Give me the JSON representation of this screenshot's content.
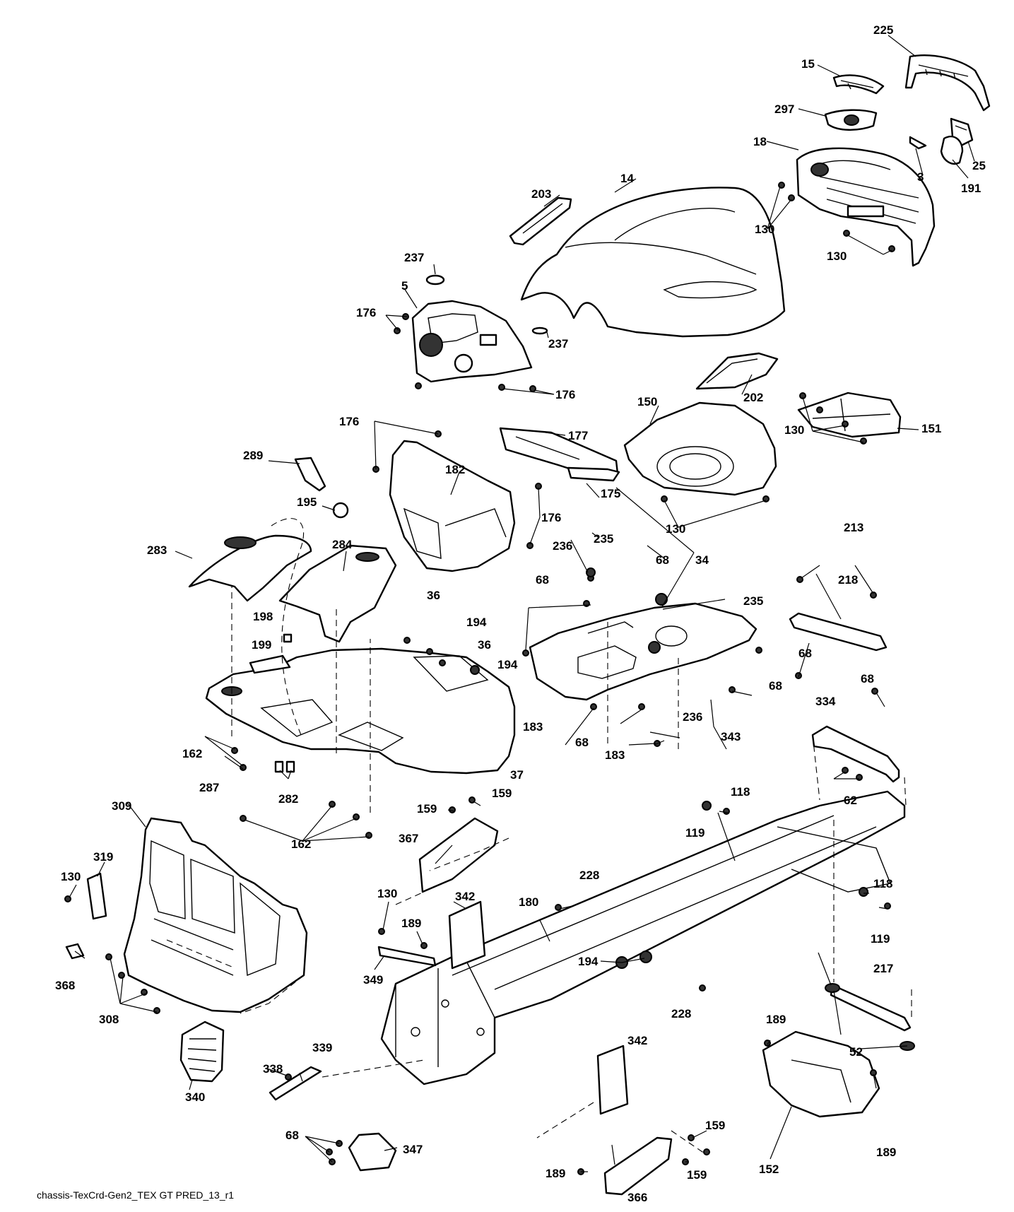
{
  "drawing_id": "chassis-TexCrd-Gen2_TEX GT PRED_13_r1",
  "callouts": [
    {
      "label": "225"
    },
    {
      "label": "15"
    },
    {
      "label": "297"
    },
    {
      "label": "18"
    },
    {
      "label": "3"
    },
    {
      "label": "25"
    },
    {
      "label": "191"
    },
    {
      "label": "14"
    },
    {
      "label": "203"
    },
    {
      "label": "130"
    },
    {
      "label": "130"
    },
    {
      "label": "237"
    },
    {
      "label": "5"
    },
    {
      "label": "176"
    },
    {
      "label": "237"
    },
    {
      "label": "176"
    },
    {
      "label": "202"
    },
    {
      "label": "130"
    },
    {
      "label": "151"
    },
    {
      "label": "150"
    },
    {
      "label": "176"
    },
    {
      "label": "177"
    },
    {
      "label": "182"
    },
    {
      "label": "289"
    },
    {
      "label": "175"
    },
    {
      "label": "195"
    },
    {
      "label": "176"
    },
    {
      "label": "130"
    },
    {
      "label": "283"
    },
    {
      "label": "284"
    },
    {
      "label": "236"
    },
    {
      "label": "235"
    },
    {
      "label": "68"
    },
    {
      "label": "34"
    },
    {
      "label": "213"
    },
    {
      "label": "68"
    },
    {
      "label": "218"
    },
    {
      "label": "235"
    },
    {
      "label": "198"
    },
    {
      "label": "36"
    },
    {
      "label": "194"
    },
    {
      "label": "36"
    },
    {
      "label": "199"
    },
    {
      "label": "194"
    },
    {
      "label": "68"
    },
    {
      "label": "68"
    },
    {
      "label": "68"
    },
    {
      "label": "183"
    },
    {
      "label": "236"
    },
    {
      "label": "343"
    },
    {
      "label": "68"
    },
    {
      "label": "183"
    },
    {
      "label": "334"
    },
    {
      "label": "162"
    },
    {
      "label": "37"
    },
    {
      "label": "287"
    },
    {
      "label": "282"
    },
    {
      "label": "159"
    },
    {
      "label": "62"
    },
    {
      "label": "118"
    },
    {
      "label": "309"
    },
    {
      "label": "159"
    },
    {
      "label": "119"
    },
    {
      "label": "162"
    },
    {
      "label": "367"
    },
    {
      "label": "319"
    },
    {
      "label": "130"
    },
    {
      "label": "228"
    },
    {
      "label": "118"
    },
    {
      "label": "130"
    },
    {
      "label": "342"
    },
    {
      "label": "180"
    },
    {
      "label": "119"
    },
    {
      "label": "189"
    },
    {
      "label": "194"
    },
    {
      "label": "349"
    },
    {
      "label": "368"
    },
    {
      "label": "217"
    },
    {
      "label": "228"
    },
    {
      "label": "189"
    },
    {
      "label": "308"
    },
    {
      "label": "52"
    },
    {
      "label": "339"
    },
    {
      "label": "342"
    },
    {
      "label": "338"
    },
    {
      "label": "340"
    },
    {
      "label": "159"
    },
    {
      "label": "68"
    },
    {
      "label": "347"
    },
    {
      "label": "189"
    },
    {
      "label": "152"
    },
    {
      "label": "189"
    },
    {
      "label": "159"
    },
    {
      "label": "366"
    }
  ]
}
